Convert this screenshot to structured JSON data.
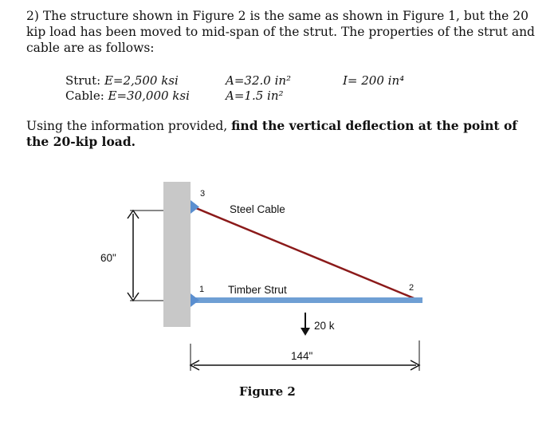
{
  "problem": {
    "text": "2) The structure shown in Figure 2 is the same as shown in Figure 1, but the 20 kip load has been moved to mid-span of the strut.  The properties of the strut and cable are as follows:"
  },
  "properties": {
    "strut_label": "Strut: ",
    "strut_E": "E=2,500 ksi",
    "strut_A": "A=32.0 in²",
    "strut_I": "I= 200 in⁴",
    "cable_label": "Cable: ",
    "cable_E": "E=30,000 ksi",
    "cable_A": "A=1.5 in²"
  },
  "instruction": {
    "prefix": "Using the information provided, ",
    "bold": "find the vertical deflection at the point of the 20-kip load."
  },
  "figure": {
    "node_top": "3",
    "node_mid": "1",
    "node_end": "2",
    "cable_label": "Steel Cable",
    "strut_label": "Timber Strut",
    "load_label": "20 k",
    "height_dim": "60\"",
    "span_dim": "144\"",
    "caption": "Figure 2",
    "colors": {
      "cable": "#8b1a1a",
      "strut": "#6f9fd4",
      "wall": "#c8c8c8",
      "pin": "#5b8fd0"
    }
  }
}
